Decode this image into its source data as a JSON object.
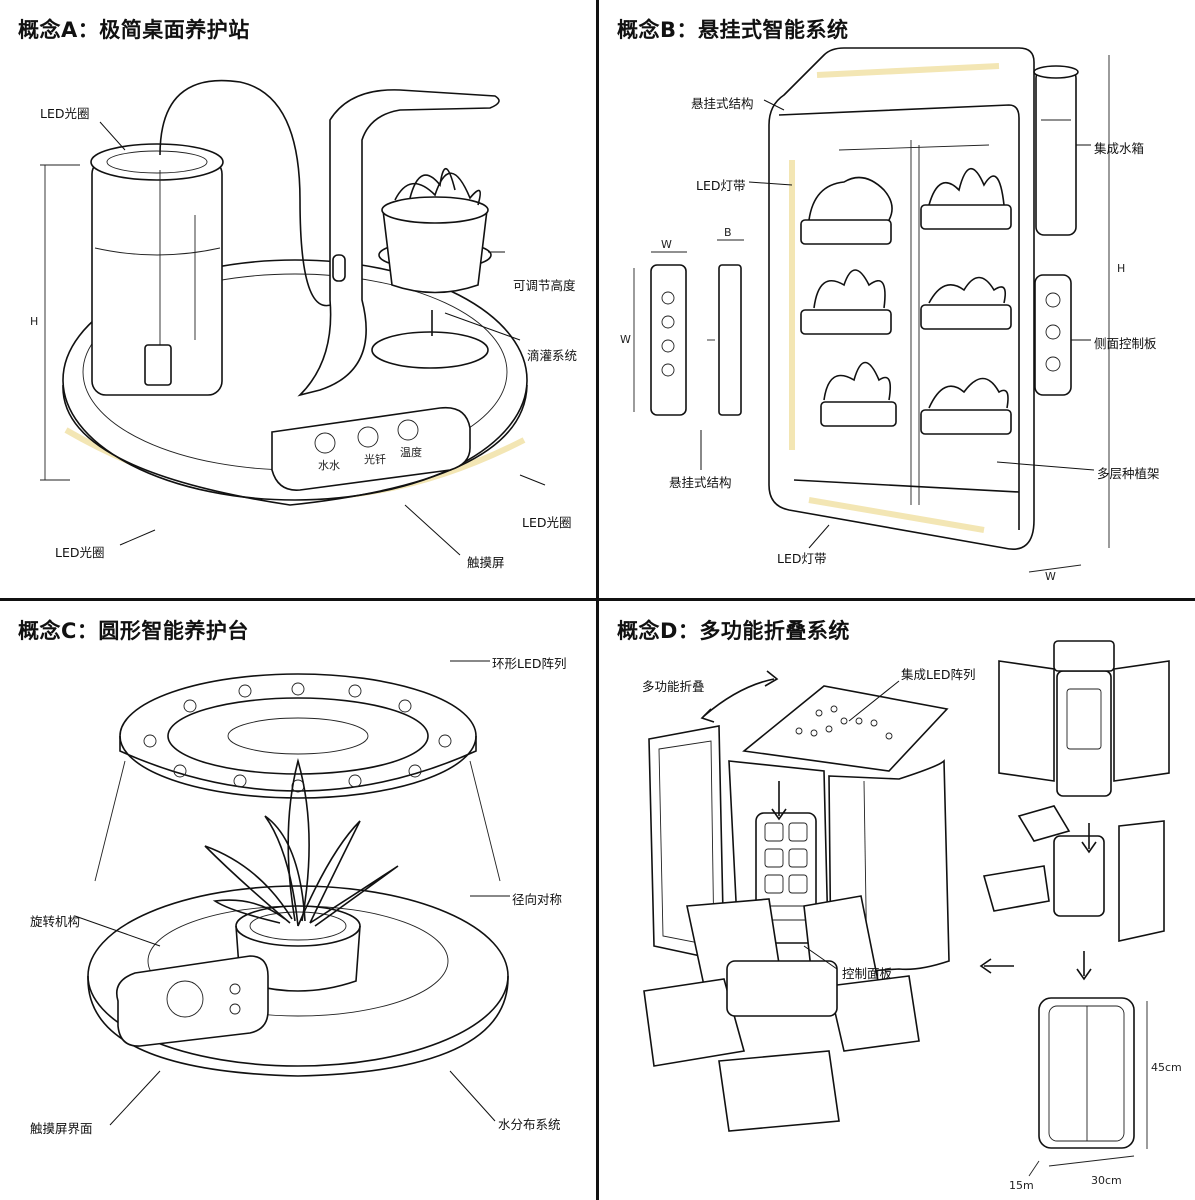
{
  "concept_a": {
    "title": "概念A：极简桌面养护站",
    "labels": {
      "led_ring_top": "LED光圈",
      "adjustable_height": "可调节高度",
      "drip_system": "滴灌系统",
      "led_ring_right": "LED光圈",
      "led_ring_left": "LED光圈",
      "touchscreen": "触摸屏"
    },
    "screen": {
      "water": "水水",
      "light": "光钎",
      "temp": "温度"
    },
    "dims": {
      "height": "H"
    }
  },
  "concept_b": {
    "title": "概念B：悬挂式智能系统",
    "labels": {
      "hanging_structure_top": "悬挂式结构",
      "led_strip_top": "LED灯带",
      "water_tank": "集成水箱",
      "side_panel": "侧面控制板",
      "multi_layer_rack": "多层种植架",
      "led_strip_bottom": "LED灯带",
      "hanging_structure_bottom": "悬挂式结构"
    },
    "dims": {
      "w_top": "W",
      "b": "B",
      "w_left": "W",
      "h_right": "H",
      "w_bottom": "W"
    }
  },
  "concept_c": {
    "title": "概念C：圆形智能养护台",
    "labels": {
      "ring_led_array": "环形LED阵列",
      "radial_symmetry": "径向对称",
      "rotation_mechanism": "旋转机构",
      "touchscreen_interface": "触摸屏界面",
      "water_distribution": "水分布系统"
    }
  },
  "concept_d": {
    "title": "概念D：多功能折叠系统",
    "labels": {
      "multi_fold": "多功能折叠",
      "integrated_led_array": "集成LED阵列",
      "control_panel": "控制面板"
    },
    "dims": {
      "height": "45cm",
      "depth": "15m",
      "width": "30cm"
    }
  }
}
